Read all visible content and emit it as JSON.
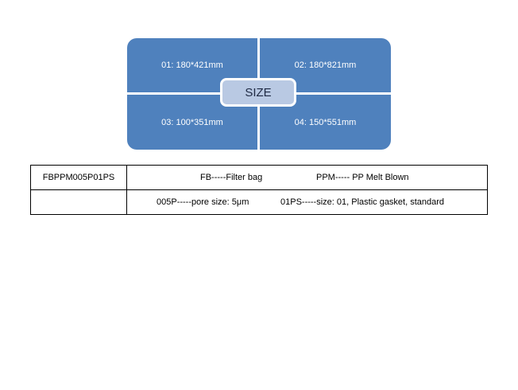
{
  "size_graphic": {
    "center_label": "SIZE",
    "quadrants": [
      {
        "label": "01: 180*421mm"
      },
      {
        "label": "02: 180*821mm"
      },
      {
        "label": "03: 100*351mm"
      },
      {
        "label": "04: 150*551mm"
      }
    ],
    "colors": {
      "quadrant_fill": "#4f81bd",
      "center_fill": "#b9c9e3",
      "quadrant_text": "#ffffff"
    }
  },
  "code_table": {
    "product_code": "FBPPM005P01PS",
    "rows": [
      {
        "left": "FB-----Filter bag",
        "right": "PPM----- PP Melt Blown"
      },
      {
        "left": "005P-----pore size: 5μm",
        "right": "01PS-----size: 01, Plastic gasket, standard"
      }
    ]
  }
}
